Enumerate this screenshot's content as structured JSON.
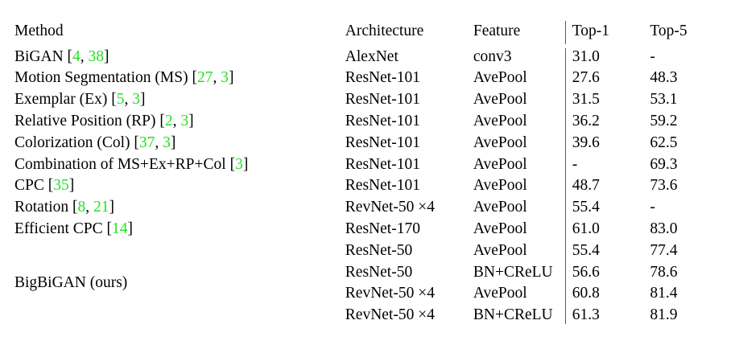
{
  "table": {
    "caption_visible": false,
    "columns": [
      {
        "key": "method",
        "label": "Method"
      },
      {
        "key": "architecture",
        "label": "Architecture"
      },
      {
        "key": "feature",
        "label": "Feature"
      },
      {
        "key": "top1",
        "label": "Top-1"
      },
      {
        "key": "top5",
        "label": "Top-5"
      }
    ],
    "separator_glyph": "|",
    "cite_color": "#21e421",
    "rule_color": "#3b3b3b",
    "rows": [
      {
        "method_text": "BiGAN",
        "citations": [
          "4",
          "38"
        ],
        "architecture": "AlexNet",
        "feature": "conv3",
        "top1": "31.0",
        "top5": "-"
      },
      {
        "method_text": "Motion Segmentation (MS)",
        "citations": [
          "27",
          "3"
        ],
        "architecture": "ResNet-101",
        "feature": "AvePool",
        "top1": "27.6",
        "top5": "48.3"
      },
      {
        "method_text": "Exemplar (Ex)",
        "citations": [
          "5",
          "3"
        ],
        "architecture": "ResNet-101",
        "feature": "AvePool",
        "top1": "31.5",
        "top5": "53.1"
      },
      {
        "method_text": "Relative Position (RP)",
        "citations": [
          "2",
          "3"
        ],
        "architecture": "ResNet-101",
        "feature": "AvePool",
        "top1": "36.2",
        "top5": "59.2"
      },
      {
        "method_text": "Colorization (Col)",
        "citations": [
          "37",
          "3"
        ],
        "architecture": "ResNet-101",
        "feature": "AvePool",
        "top1": "39.6",
        "top5": "62.5"
      },
      {
        "method_text": "Combination of MS+Ex+RP+Col",
        "citations": [
          "3"
        ],
        "architecture": "ResNet-101",
        "feature": "AvePool",
        "top1": "-",
        "top5": "69.3"
      },
      {
        "method_text": "CPC",
        "citations": [
          "35"
        ],
        "architecture": "ResNet-101",
        "feature": "AvePool",
        "top1": "48.7",
        "top5": "73.6"
      },
      {
        "method_text": "Rotation",
        "citations": [
          "8",
          "21"
        ],
        "architecture": "RevNet-50 ×4",
        "feature": "AvePool",
        "top1": "55.4",
        "top5": "-"
      },
      {
        "method_text": "Efficient CPC",
        "citations": [
          "14"
        ],
        "architecture": "ResNet-170",
        "feature": "AvePool",
        "top1": "61.0",
        "top5": "83.0"
      }
    ],
    "ours_group": {
      "method_label": "BigBiGAN (ours)",
      "rows": [
        {
          "architecture": "ResNet-50",
          "feature": "AvePool",
          "top1": "55.4",
          "top5": "77.4"
        },
        {
          "architecture": "ResNet-50",
          "feature": "BN+CReLU",
          "top1": "56.6",
          "top5": "78.6"
        },
        {
          "architecture": "RevNet-50 ×4",
          "feature": "AvePool",
          "top1": "60.8",
          "top5": "81.4"
        },
        {
          "architecture": "RevNet-50 ×4",
          "feature": "BN+CReLU",
          "top1": "61.3",
          "top5": "81.9"
        }
      ]
    }
  }
}
